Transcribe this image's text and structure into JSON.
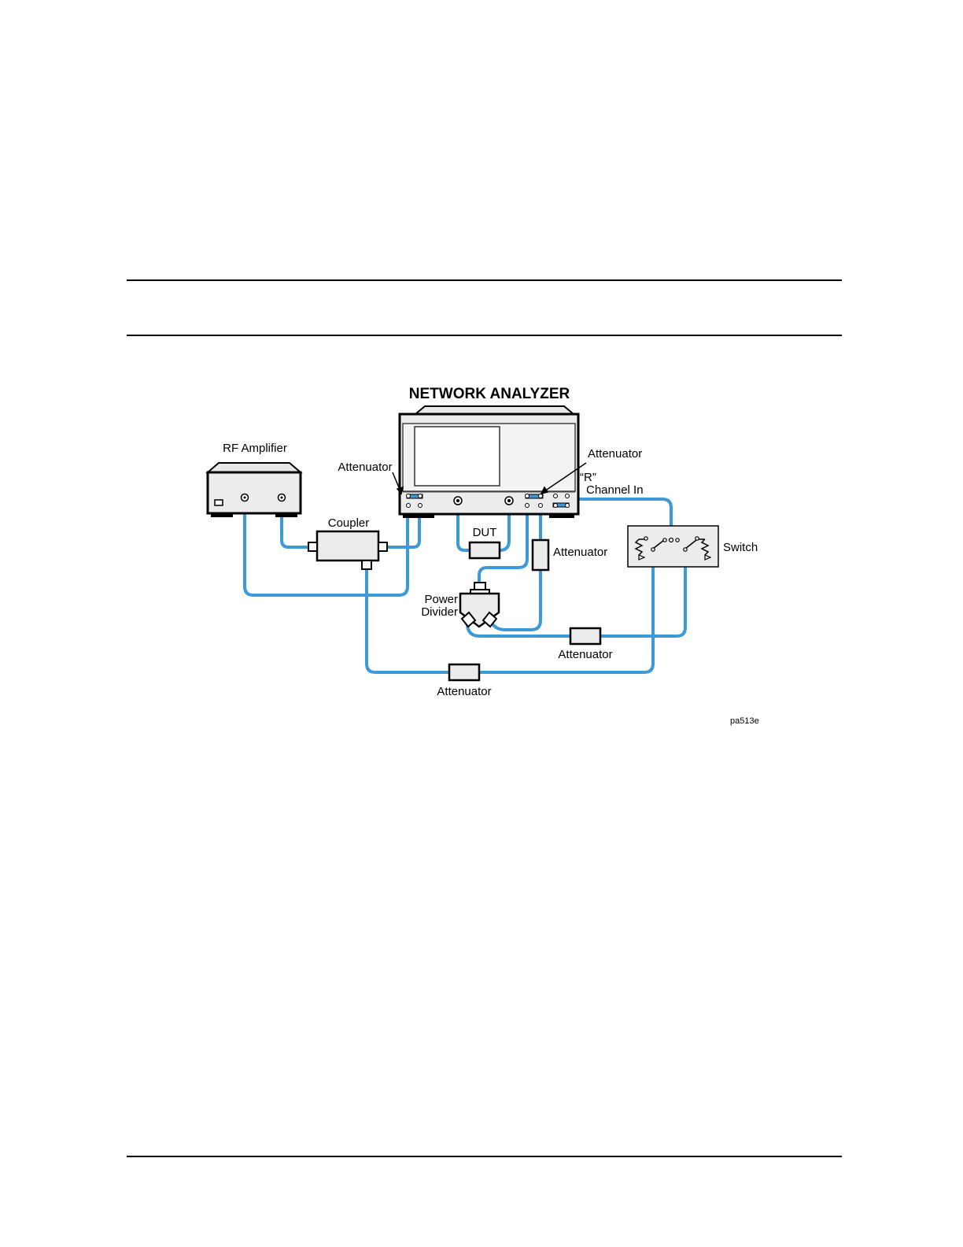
{
  "figure": {
    "title": "NETWORK ANALYZER",
    "figure_id": "pa513e",
    "cable_color": "#3d9ad8",
    "labels": {
      "rf_amplifier": "RF Amplifier",
      "attenuator_left": "Attenuator",
      "attenuator_right": "Attenuator",
      "r_channel_line1": "“R”",
      "r_channel_line2": "Channel In",
      "coupler": "Coupler",
      "dut": "DUT",
      "attenuator_mid": "Attenuator",
      "switch": "Switch",
      "power_divider_line1": "Power",
      "power_divider_line2": "Divider",
      "attenuator_lower": "Attenuator",
      "attenuator_bottom": "Attenuator"
    }
  }
}
